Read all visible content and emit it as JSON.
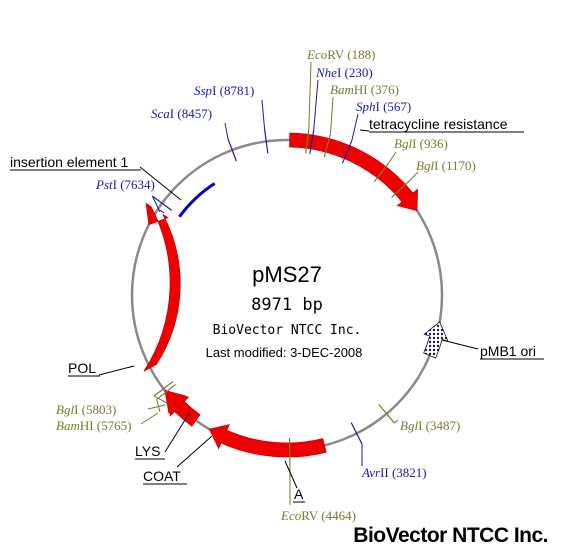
{
  "plasmid": {
    "name": "pMS27",
    "size": "8971 bp",
    "company": "BioVector NTCC Inc.",
    "modified": "Last modified: 3-DEC-2008"
  },
  "watermark": "BioVector NTCC Inc.",
  "colors": {
    "feature": "#ee0000",
    "enzyme_blue": "#1a1aaa",
    "enzyme_olive": "#7a7a30",
    "backbone": "#8a8a8a",
    "insertion": "#0000cc"
  },
  "features": {
    "tetracycline": "tetracycline resistance",
    "pmb1": "pMB1 ori",
    "insertion": "insertion element 1",
    "pol": "POL",
    "lys": "LYS",
    "coat": "COAT",
    "a": "A"
  },
  "sites": {
    "ecorv188": {
      "italic": "Eco",
      "rest": "RV (188)",
      "color": "olive"
    },
    "nhe230": {
      "italic": "Nhe",
      "rest": "I (230)",
      "color": "blue"
    },
    "bamhi376": {
      "italic": "Bam",
      "rest": "HI (376)",
      "color": "olive"
    },
    "sph567": {
      "italic": "Sph",
      "rest": "I (567)",
      "color": "blue"
    },
    "bgl936": {
      "italic": "Bgl",
      "rest": "I (936)",
      "color": "olive"
    },
    "bgl1170": {
      "italic": "Bgl",
      "rest": "I (1170)",
      "color": "olive"
    },
    "bgl3487": {
      "italic": "Bgl",
      "rest": "I (3487)",
      "color": "olive"
    },
    "avr3821": {
      "italic": "Avr",
      "rest": "II (3821)",
      "color": "blue"
    },
    "ecorv4464": {
      "italic": "Eco",
      "rest": "RV (4464)",
      "color": "olive"
    },
    "bamhi5765": {
      "italic": "Bam",
      "rest": "HI (5765)",
      "color": "olive"
    },
    "bgl5803": {
      "italic": "Bgl",
      "rest": "I (5803)",
      "color": "olive"
    },
    "pst7634": {
      "italic": "Pst",
      "rest": "I (7634)",
      "color": "blue"
    },
    "sca8457": {
      "italic": "Sca",
      "rest": "I (8457)",
      "color": "blue"
    },
    "ssp8781": {
      "italic": "Ssp",
      "rest": "I (8781)",
      "color": "blue"
    }
  }
}
